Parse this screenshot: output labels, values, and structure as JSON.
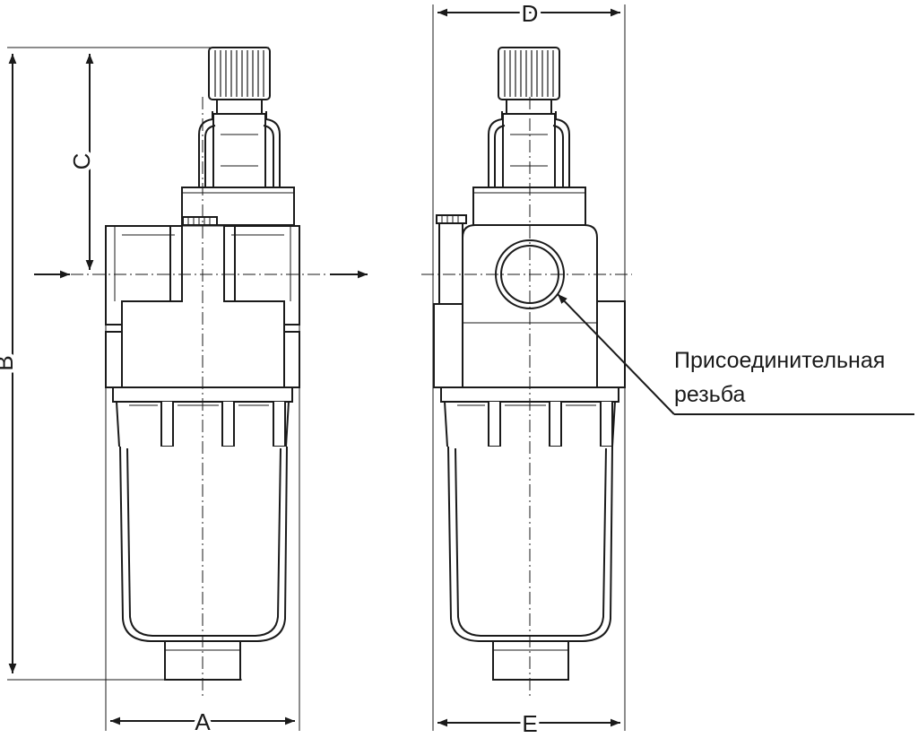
{
  "dimensions": {
    "A": "A",
    "B": "B",
    "C": "C",
    "D": "D",
    "E": "E"
  },
  "callout": {
    "line1": "Присоединительная",
    "line2": "резьба"
  },
  "colors": {
    "stroke": "#1a1a1a",
    "background": "#ffffff"
  }
}
